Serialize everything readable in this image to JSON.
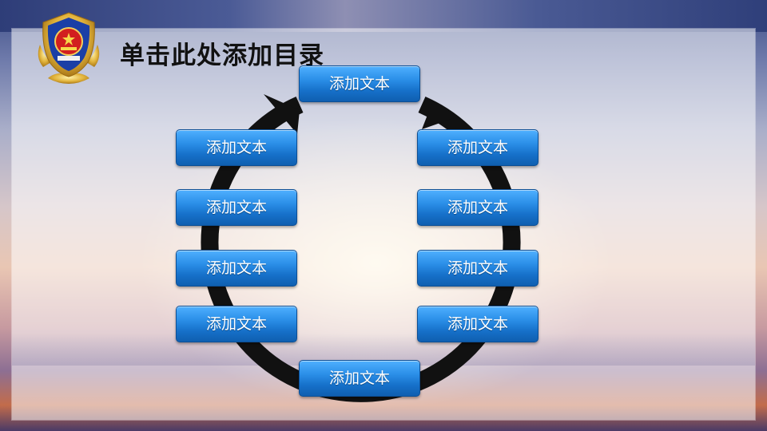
{
  "slide": {
    "title": "单击此处添加目录",
    "emblem": "police-emblem-icon"
  },
  "cycle": {
    "items": [
      {
        "label": "添加文本"
      },
      {
        "label": "添加文本"
      },
      {
        "label": "添加文本"
      },
      {
        "label": "添加文本"
      },
      {
        "label": "添加文本"
      },
      {
        "label": "添加文本"
      },
      {
        "label": "添加文本"
      },
      {
        "label": "添加文本"
      },
      {
        "label": "添加文本"
      },
      {
        "label": "添加文本"
      }
    ]
  },
  "colors": {
    "box_blue": "#1f7fdc",
    "ring": "#111111",
    "title": "#111111"
  }
}
